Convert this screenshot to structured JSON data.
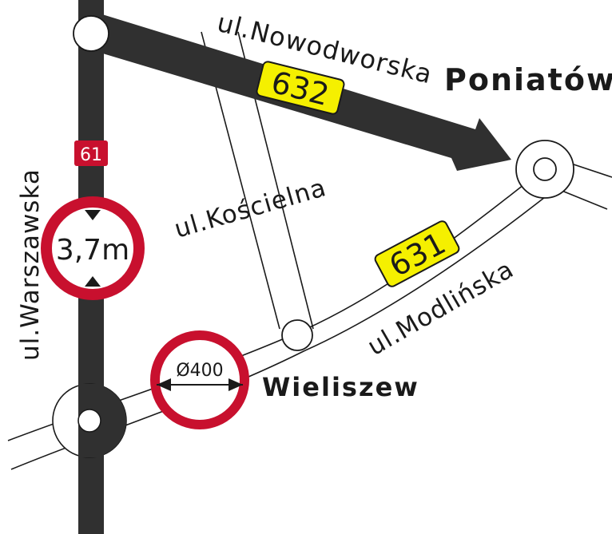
{
  "labels": {
    "nowodworska": "ul.Nowodworska",
    "poniatow": "Poniatów",
    "koscielna": "ul.Kościelna",
    "modlinska": "ul.Modlińska",
    "warszawska": "ul.Warszawska",
    "wieliszew": "Wieliszew"
  },
  "signs": {
    "route_632": "632",
    "route_631": "631",
    "route_61": "61",
    "height_limit": "3,7m",
    "diameter_limit": "Ø400"
  },
  "colors": {
    "yellow_sign": "#f5f000",
    "red": "#c8102e",
    "dark_road": "#303030"
  }
}
